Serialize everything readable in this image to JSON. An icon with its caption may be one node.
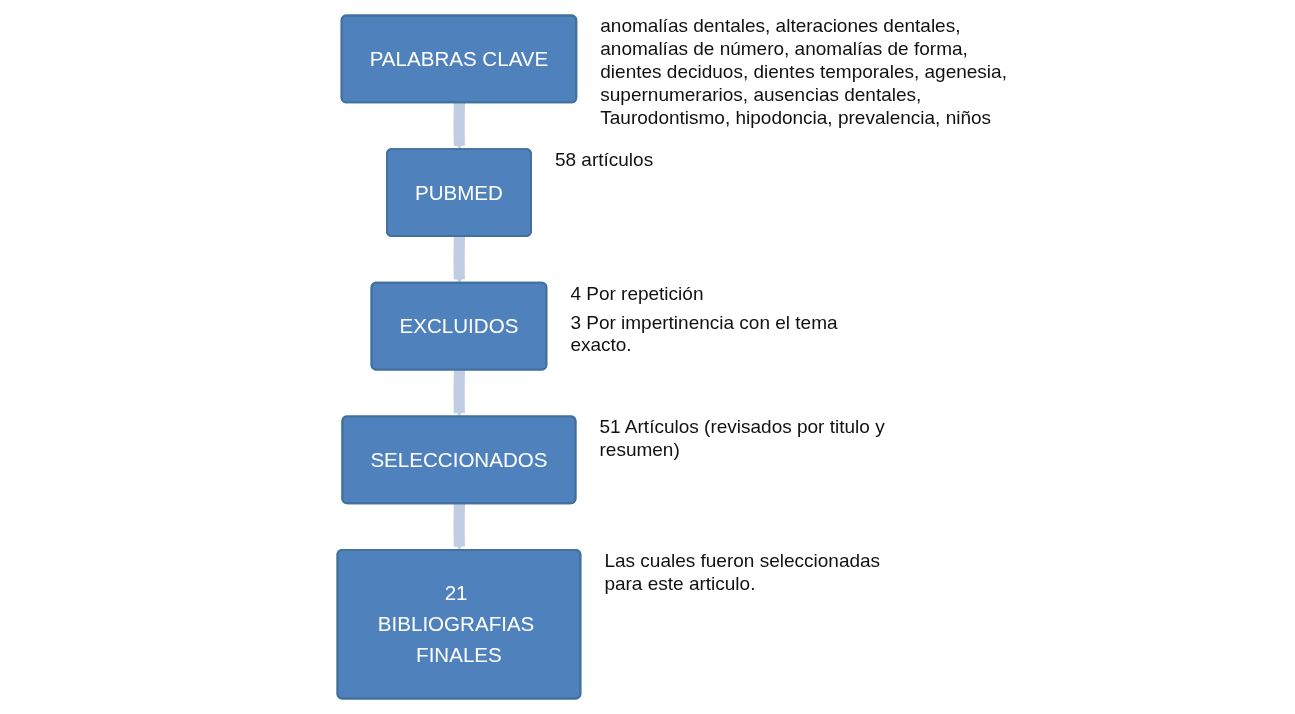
{
  "diagram": {
    "nodes": [
      {
        "text": [
          "PALABRAS CLAVE"
        ],
        "beside": [
          "anomalías dentales, alteraciones dentales, anomalías de número, anomalías de forma, dientes deciduos, dientes temporales, agenesia, supernumerarios, ausencias dentales, Taurodontismo, hipodoncia, prevalencia, niños"
        ]
      },
      {
        "text": [
          "PUBMED"
        ],
        "beside": [
          "58 artículos"
        ]
      },
      {
        "text": [
          "EXCLUIDOS"
        ],
        "beside": [
          "4 Por repetición",
          "3 Por impertinencia con el tema exacto."
        ]
      },
      {
        "text": [
          "SELECCIONADOS"
        ],
        "beside": [
          "51 Artículos (revisados por titulo y resumen)"
        ]
      },
      {
        "text": [
          "21 BIBLIOGRAFIAS FINALES"
        ],
        "beside": [
          "Las cuales fueron seleccionadas para este articulo."
        ]
      }
    ],
    "edges": [
      {
        "from": 0,
        "to": 1,
        "arrow": "to"
      },
      {
        "from": 1,
        "to": 2,
        "arrow": "to"
      },
      {
        "from": 2,
        "to": 3,
        "arrow": "to"
      },
      {
        "from": 3,
        "to": 4,
        "arrow": "to"
      }
    ]
  }
}
